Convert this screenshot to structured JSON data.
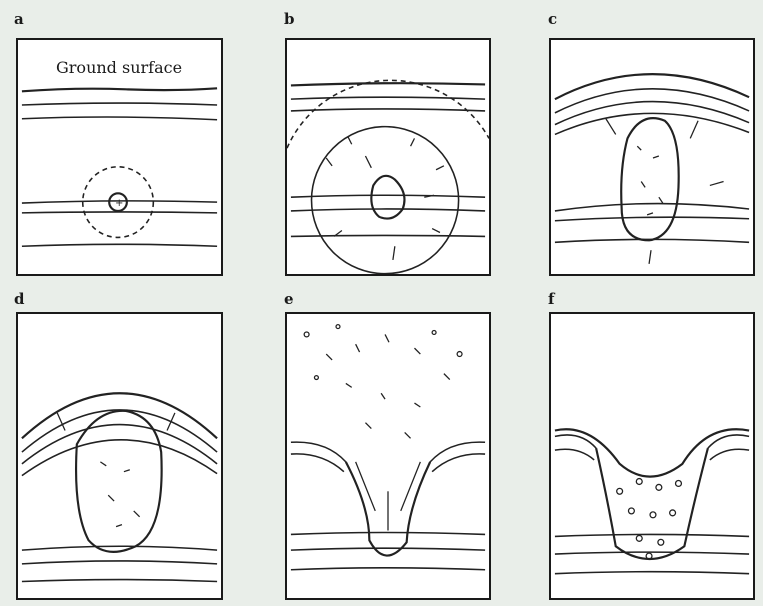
{
  "panels": [
    {
      "label": "a",
      "annotation": "Ground surface"
    },
    {
      "label": "b"
    },
    {
      "label": "c"
    },
    {
      "label": "d"
    },
    {
      "label": "e"
    },
    {
      "label": "f"
    }
  ]
}
